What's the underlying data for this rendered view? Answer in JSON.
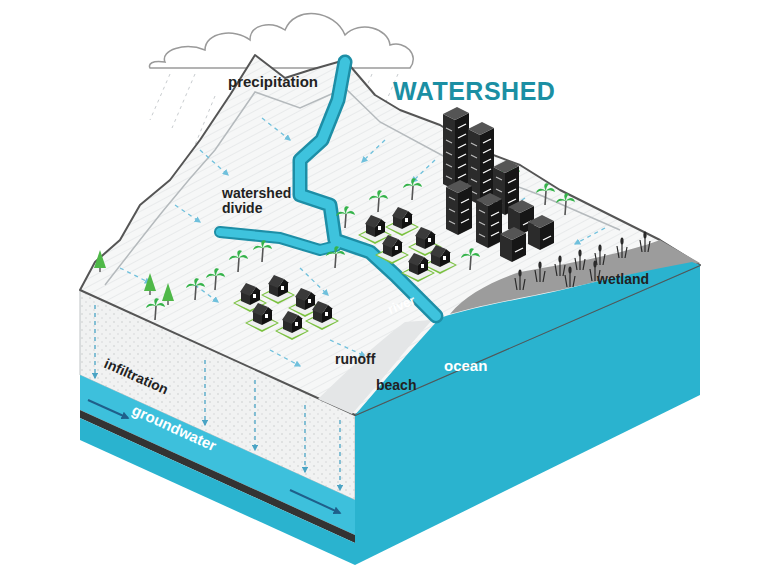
{
  "diagram": {
    "title": "WATERSHED",
    "labels": [
      "precipitation",
      "watershed divide",
      "river",
      "wetland",
      "runoff",
      "ocean",
      "beach",
      "infiltration",
      "groundwater"
    ]
  }
}
